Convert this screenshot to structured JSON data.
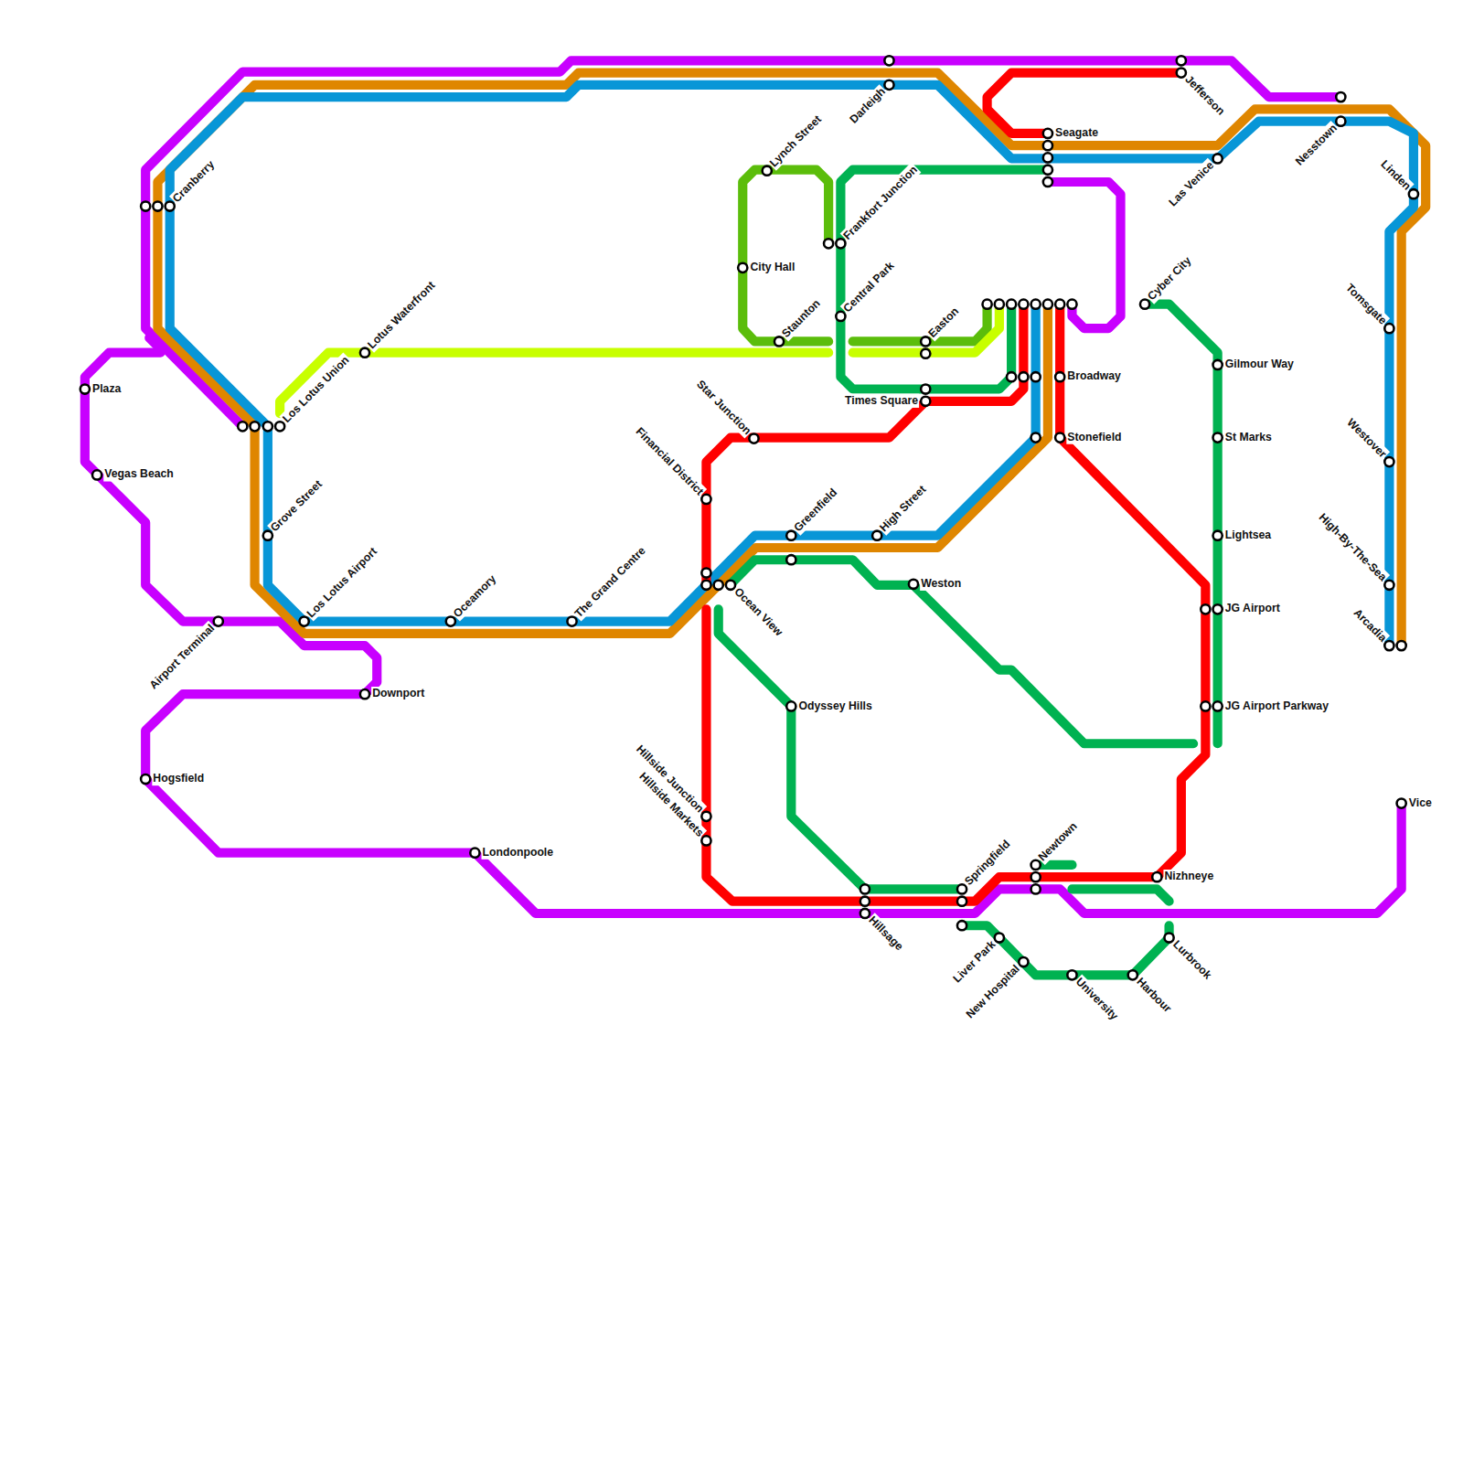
{
  "diagram": {
    "labels": [
      "Lynch Street",
      "City Hall",
      "Staunton",
      "Frankfort Junction",
      "Central Park",
      "Easton",
      "Times Square",
      "Star Junction",
      "Financial District",
      "Greenfield",
      "High Street",
      "Weston",
      "Ocean View",
      "Odyssey Hills",
      "Hillside Junction",
      "Hillside Markets",
      "Springfield",
      "Hillsage",
      "Liver Park",
      "New Hospital",
      "University",
      "Harbour",
      "Lurbrook",
      "Newtown",
      "Nizhneye",
      "Seagate",
      "Broadway",
      "Stonefield",
      "Cyber City",
      "Gilmour Way",
      "St Marks",
      "Lightsea",
      "JG Airport",
      "JG Airport Parkway",
      "Jefferson",
      "Darleigh",
      "Las Venice",
      "Nesstown",
      "Linden",
      "Tomsgate",
      "Westover",
      "High-By-The-Sea",
      "Arcadia",
      "Vice",
      "Cranberry",
      "Plaza",
      "Vegas Beach",
      "Los Lotus Union",
      "Lotus Waterfront",
      "Grove Street",
      "Los Lotus Airport",
      "Oceamory",
      "The Grand Centre",
      "Airport Terminal",
      "Downport",
      "Hogsfield",
      "Londonpoole"
    ]
  }
}
